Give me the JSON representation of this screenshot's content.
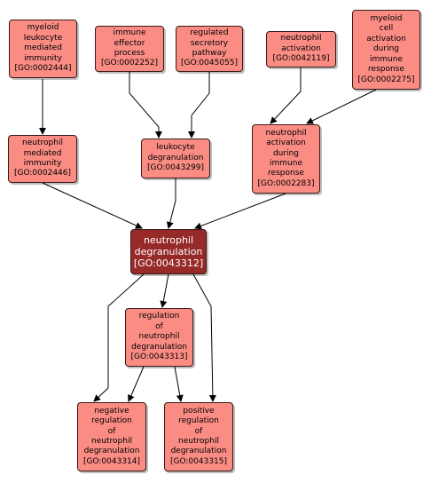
{
  "colors": {
    "node_fill": "#fa8c84",
    "focus_fill": "#962a28",
    "edge": "#000000"
  },
  "nodes": [
    {
      "id": "GO:0002444",
      "lines": [
        "myeloid",
        "leukocyte",
        "mediated",
        "immunity",
        "[GO:0002444]"
      ]
    },
    {
      "id": "GO:0002252",
      "lines": [
        "immune",
        "effector",
        "process",
        "[GO:0002252]"
      ]
    },
    {
      "id": "GO:0045055",
      "lines": [
        "regulated",
        "secretory",
        "pathway",
        "[GO:0045055]"
      ]
    },
    {
      "id": "GO:0042119",
      "lines": [
        "neutrophil",
        "activation",
        "[GO:0042119]"
      ]
    },
    {
      "id": "GO:0002275",
      "lines": [
        "myeloid",
        "cell",
        "activation",
        "during",
        "immune",
        "response",
        "[GO:0002275]"
      ]
    },
    {
      "id": "GO:0002446",
      "lines": [
        "neutrophil",
        "mediated",
        "immunity",
        "[GO:0002446]"
      ]
    },
    {
      "id": "GO:0043299",
      "lines": [
        "leukocyte",
        "degranulation",
        "[GO:0043299]"
      ]
    },
    {
      "id": "GO:0002283",
      "lines": [
        "neutrophil",
        "activation",
        "during",
        "immune",
        "response",
        "[GO:0002283]"
      ]
    },
    {
      "id": "GO:0043312",
      "lines": [
        "neutrophil",
        "degranulation",
        "[GO:0043312]"
      ],
      "focus": true
    },
    {
      "id": "GO:0043313",
      "lines": [
        "regulation",
        "of",
        "neutrophil",
        "degranulation",
        "[GO:0043313]"
      ]
    },
    {
      "id": "GO:0043314",
      "lines": [
        "negative",
        "regulation",
        "of",
        "neutrophil",
        "degranulation",
        "[GO:0043314]"
      ]
    },
    {
      "id": "GO:0043315",
      "lines": [
        "positive",
        "regulation",
        "of",
        "neutrophil",
        "degranulation",
        "[GO:0043315]"
      ]
    }
  ],
  "edges": [
    {
      "from": "GO:0002444",
      "to": "GO:0002446"
    },
    {
      "from": "GO:0002252",
      "to": "GO:0043299"
    },
    {
      "from": "GO:0045055",
      "to": "GO:0043299"
    },
    {
      "from": "GO:0042119",
      "to": "GO:0002283"
    },
    {
      "from": "GO:0002275",
      "to": "GO:0002283"
    },
    {
      "from": "GO:0002446",
      "to": "GO:0043312"
    },
    {
      "from": "GO:0043299",
      "to": "GO:0043312"
    },
    {
      "from": "GO:0002283",
      "to": "GO:0043312"
    },
    {
      "from": "GO:0043312",
      "to": "GO:0043313"
    },
    {
      "from": "GO:0043312",
      "to": "GO:0043314"
    },
    {
      "from": "GO:0043312",
      "to": "GO:0043315"
    },
    {
      "from": "GO:0043313",
      "to": "GO:0043314"
    },
    {
      "from": "GO:0043313",
      "to": "GO:0043315"
    }
  ]
}
